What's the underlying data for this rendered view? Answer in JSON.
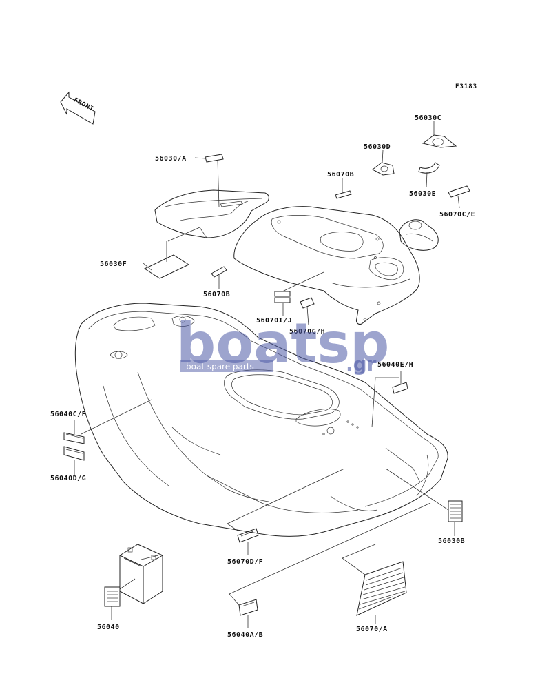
{
  "diagram_code": "F3183",
  "direction_label": "FRONT",
  "watermark": {
    "brand": "boatsp",
    "suffix": ".gr",
    "tagline": "boat spare parts"
  },
  "part_labels": [
    {
      "id": "56030C",
      "text": "56030C"
    },
    {
      "id": "56030D",
      "text": "56030D"
    },
    {
      "id": "56030A",
      "text": "56030/A"
    },
    {
      "id": "56070B_top",
      "text": "56070B"
    },
    {
      "id": "56030E",
      "text": "56030E"
    },
    {
      "id": "56070CE",
      "text": "56070C/E"
    },
    {
      "id": "56030F",
      "text": "56030F"
    },
    {
      "id": "56070B_mid",
      "text": "56070B"
    },
    {
      "id": "56070IJ",
      "text": "56070I/J"
    },
    {
      "id": "56070GH",
      "text": "56070G/H"
    },
    {
      "id": "56040EH",
      "text": "56040E/H"
    },
    {
      "id": "56040CF",
      "text": "56040C/F"
    },
    {
      "id": "56040DG",
      "text": "56040D/G"
    },
    {
      "id": "56030B",
      "text": "56030B"
    },
    {
      "id": "56070DF",
      "text": "56070D/F"
    },
    {
      "id": "56040",
      "text": "56040"
    },
    {
      "id": "56040AB",
      "text": "56040A/B"
    },
    {
      "id": "56070A",
      "text": "56070/A"
    }
  ]
}
